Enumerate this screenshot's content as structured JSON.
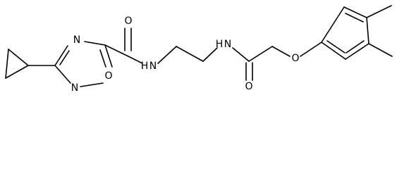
{
  "molecule": {
    "atom_labels": {
      "n_ring_top": "N",
      "n_ring_bottom": "N",
      "o_ring": "O",
      "o_carbonyl_1": "O",
      "nh_amide_1": "H",
      "nh_amide_1_n": "N",
      "nh_amide_2": "H",
      "nh_amide_2_n": "N",
      "o_carbonyl_2": "O",
      "o_ether": "O"
    },
    "colors": {
      "bond": "#000000",
      "label": "#000000",
      "background": "#ffffff"
    }
  }
}
